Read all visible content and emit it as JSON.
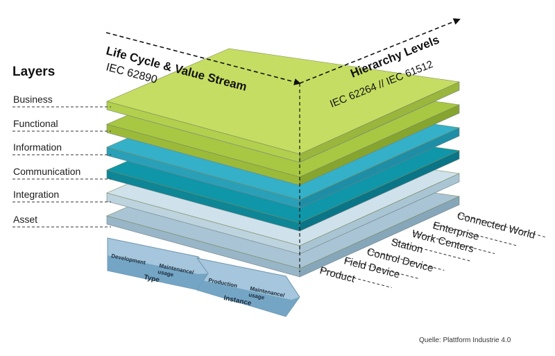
{
  "layers_title": "Layers",
  "layers": [
    {
      "label": "Business",
      "top": "#c5dd62",
      "side": "#9ab63c",
      "front": "#b3cf4e"
    },
    {
      "label": "Functional",
      "top": "#a8c743",
      "side": "#86a52f",
      "front": "#9cba3a"
    },
    {
      "label": "Information",
      "top": "#34b0c9",
      "side": "#1e8ea6",
      "front": "#2aa0b8"
    },
    {
      "label": "Communication",
      "top": "#0f96a8",
      "side": "#0a7587",
      "front": "#0e8696"
    },
    {
      "label": "Integration",
      "top": "#cfe1ea",
      "side": "#a9c5d3",
      "front": "#bdd3de"
    },
    {
      "label": "Asset",
      "top": "#a9c4d4",
      "side": "#86a7ba",
      "front": "#98b6c7"
    }
  ],
  "life_cycle": {
    "title": "Life Cycle & Value Stream",
    "standard": "IEC 62890"
  },
  "hierarchy": {
    "title": "Hierarchy Levels",
    "standard": "IEC 62264 // IEC 61512",
    "levels": [
      "Connected World",
      "Enterprise",
      "Work Centers",
      "Station",
      "Control Device",
      "Field Device",
      "Product"
    ]
  },
  "type_block": {
    "development": "Development",
    "maintenance_1": "Maintenance/",
    "maintenance_2": "usage",
    "label": "Type"
  },
  "instance_block": {
    "production": "Production",
    "maintenance_1": "Maintenance/",
    "maintenance_2": "usage",
    "label": "Instance"
  },
  "source": "Quelle: Plattform Industrie 4.0"
}
